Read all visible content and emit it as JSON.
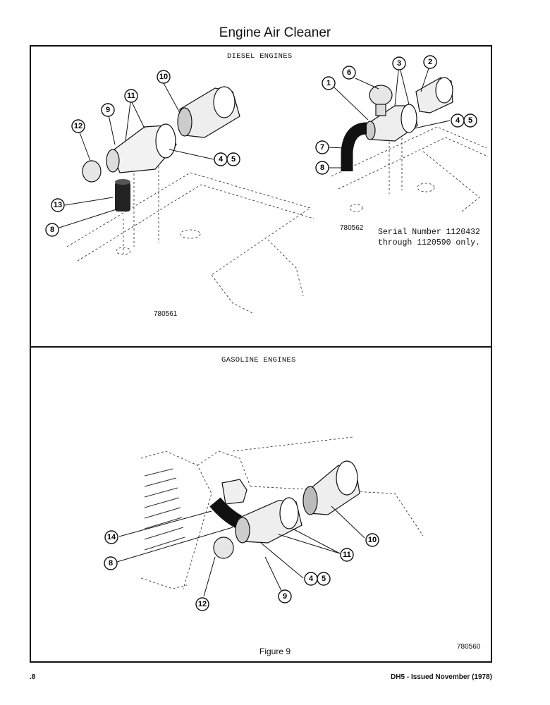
{
  "title": "Engine Air Cleaner",
  "diesel": {
    "label": "DIESEL ENGINES",
    "left_fig": "780561",
    "right_fig": "780562",
    "serial_line1": "Serial Number 1120432",
    "serial_line2": "through 1120590 only."
  },
  "gasoline": {
    "label": "GASOLINE ENGINES",
    "fig": "780560"
  },
  "caption": "Figure 9",
  "footer": {
    "page": ".8",
    "issue": "DH5 - Issued November (1978)"
  },
  "callouts": {
    "c1": "1",
    "c2": "2",
    "c3": "3",
    "c4": "4",
    "c5": "5",
    "c6": "6",
    "c7": "7",
    "c8": "8",
    "c9": "9",
    "c10": "10",
    "c11": "11",
    "c12": "12",
    "c13": "13",
    "c14": "14"
  }
}
